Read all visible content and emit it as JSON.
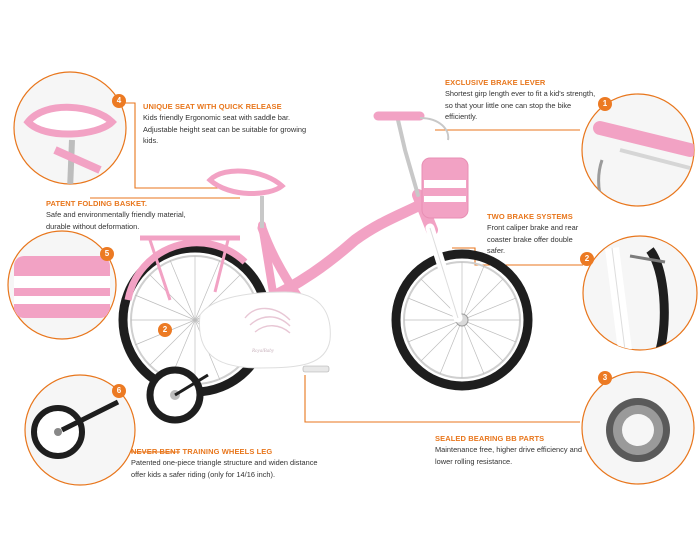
{
  "accent_color": "#e8761c",
  "bike_color": "#f2a2c4",
  "features": [
    {
      "number": "4",
      "title": "UNIQUE SEAT WITH QUICK RELEASE",
      "description": "Kids friendly Ergonomic seat with saddle bar. Adjustable height seat can be suitable for growing kids.",
      "icon": "seat-detail"
    },
    {
      "number": "1",
      "title": "EXCLUSIVE BRAKE LEVER",
      "description": "Shortest girp length ever to fit a kid's strength, so that your little one can stop the bike efficiently.",
      "icon": "brake-lever-detail"
    },
    {
      "number": "5",
      "title": "PATENT FOLDING BASKET.",
      "description": "Safe and environmentally friendly material, durable without deformation.",
      "icon": "basket-detail"
    },
    {
      "number": "2",
      "title": "TWO BRAKE SYSTEMS",
      "description": "Front caliper brake and rear coaster brake offer double safer.",
      "icon": "caliper-brake-detail"
    },
    {
      "number": "2",
      "title": "",
      "description": "",
      "icon": "coaster-brake-marker"
    },
    {
      "number": "3",
      "title": "SEALED BEARING BB PARTS",
      "description": "Maintenance free, higher drive efficiency and lower rolling resistance.",
      "icon": "bearing-detail"
    },
    {
      "number": "6",
      "title": "NEVER BENT TRAINING WHEELS LEG",
      "description": "Patented one-piece triangle structure and widen distance offer kids a safer riding (only for 14/16 inch).",
      "icon": "training-wheel-detail"
    }
  ],
  "product": {
    "decal_brand": "RoyalBaby"
  }
}
